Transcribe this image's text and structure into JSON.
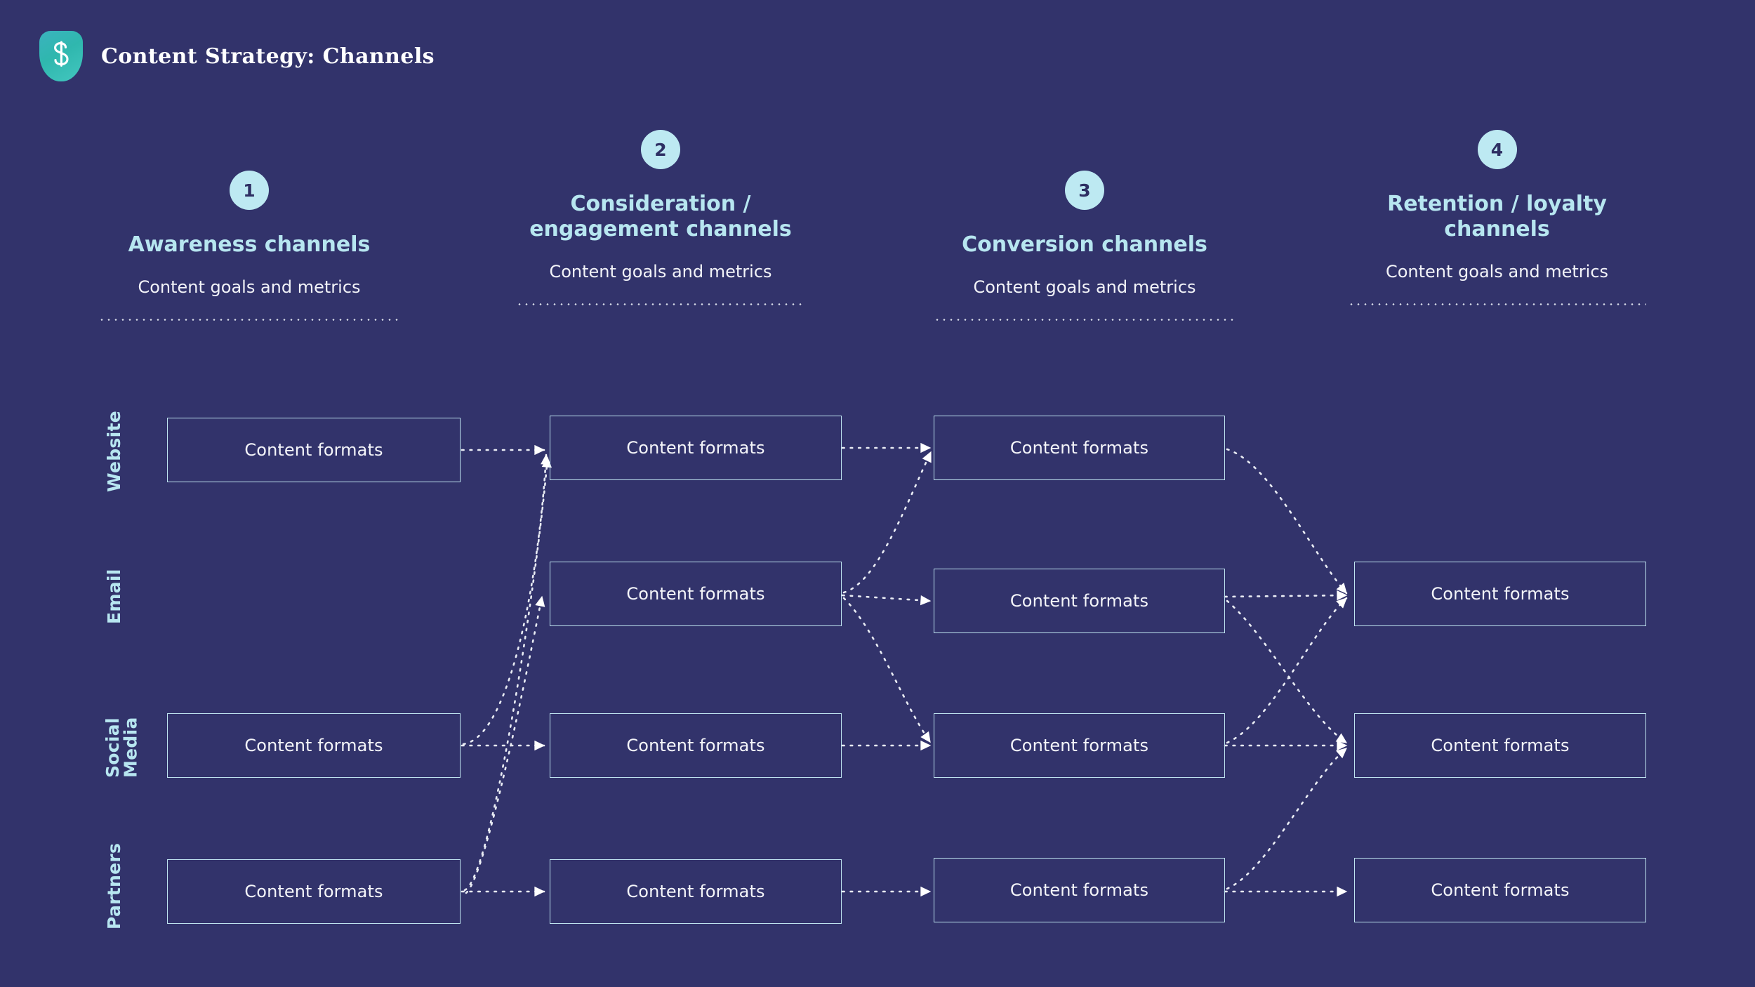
{
  "header": {
    "title": "Content Strategy: Channels",
    "logo_icon": "s-shield-logo-icon"
  },
  "theme": {
    "background": "#32336B",
    "accent_light": "#B7E6F0",
    "badge_fill": "#BDE9F2",
    "badge_text": "#2E2F63",
    "box_border": "#BFE4F0",
    "body_text": "#F2F3F8",
    "connector": "#E9ECF4",
    "logo_gradient_from": "#3BB3BE",
    "logo_gradient_to": "#43C7BF"
  },
  "columns": [
    {
      "step": "1",
      "title": "Awareness channels",
      "subtitle": "Content goals and metrics"
    },
    {
      "step": "2",
      "title": "Consideration /\nengagement channels",
      "subtitle": "Content goals and metrics"
    },
    {
      "step": "3",
      "title": "Conversion channels",
      "subtitle": "Content goals and metrics"
    },
    {
      "step": "4",
      "title": "Retention / loyalty\nchannels",
      "subtitle": "Content goals and metrics"
    }
  ],
  "rows": [
    {
      "label": "Website"
    },
    {
      "label": "Email"
    },
    {
      "label": "Social\nMedia"
    },
    {
      "label": "Partners"
    }
  ],
  "cells": {
    "r1c1": "Content formats",
    "r1c2": "Content formats",
    "r1c3": "Content formats",
    "r2c2": "Content formats",
    "r2c3": "Content formats",
    "r2c4": "Content formats",
    "r3c1": "Content formats",
    "r3c2": "Content formats",
    "r3c3": "Content formats",
    "r3c4": "Content formats",
    "r4c1": "Content formats",
    "r4c2": "Content formats",
    "r4c3": "Content formats",
    "r4c4": "Content formats"
  }
}
